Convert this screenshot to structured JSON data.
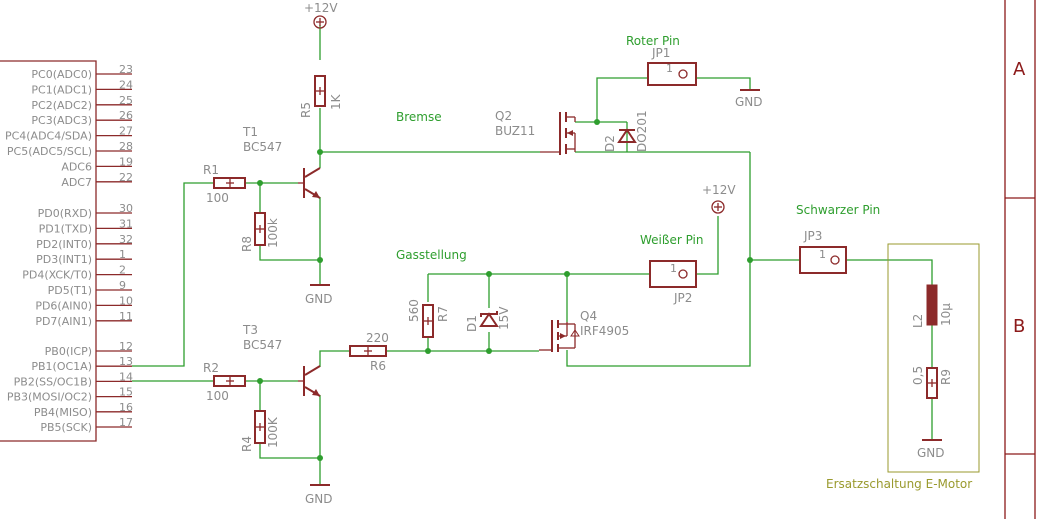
{
  "mcu": {
    "pins": [
      {
        "name": "PC0(ADC0)",
        "num": "23"
      },
      {
        "name": "PC1(ADC1)",
        "num": "24"
      },
      {
        "name": "PC2(ADC2)",
        "num": "25"
      },
      {
        "name": "PC3(ADC3)",
        "num": "26"
      },
      {
        "name": "PC4(ADC4/SDA)",
        "num": "27"
      },
      {
        "name": "PC5(ADC5/SCL)",
        "num": "28"
      },
      {
        "name": "ADC6",
        "num": "19"
      },
      {
        "name": "ADC7",
        "num": "22"
      },
      {
        "name": "PD0(RXD)",
        "num": "30"
      },
      {
        "name": "PD1(TXD)",
        "num": "31"
      },
      {
        "name": "PD2(INT0)",
        "num": "32"
      },
      {
        "name": "PD3(INT1)",
        "num": "1"
      },
      {
        "name": "PD4(XCK/T0)",
        "num": "2"
      },
      {
        "name": "PD5(T1)",
        "num": "9"
      },
      {
        "name": "PD6(AIN0)",
        "num": "10"
      },
      {
        "name": "PD7(AIN1)",
        "num": "11"
      },
      {
        "name": "PB0(ICP)",
        "num": "12"
      },
      {
        "name": "PB1(OC1A)",
        "num": "13"
      },
      {
        "name": "PB2(SS/OC1B)",
        "num": "14"
      },
      {
        "name": "PB3(MOSI/OC2)",
        "num": "15"
      },
      {
        "name": "PB4(MISO)",
        "num": "16"
      },
      {
        "name": "PB5(SCK)",
        "num": "17"
      }
    ]
  },
  "supplies": {
    "vcc_top": "+12V",
    "vcc_right": "+12V"
  },
  "grounds": {
    "gnd_t1": "GND",
    "gnd_t3": "GND",
    "gnd_jp1": "GND",
    "gnd_motor": "GND"
  },
  "parts": {
    "r1": {
      "name": "R1",
      "value": "100"
    },
    "r2": {
      "name": "R2",
      "value": "100"
    },
    "r4": {
      "name": "R4",
      "value": "100K"
    },
    "r5": {
      "name": "R5",
      "value": "1K"
    },
    "r6": {
      "name": "R6",
      "value": "220"
    },
    "r7": {
      "name": "R7",
      "value": "560"
    },
    "r8": {
      "name": "R8",
      "value": "100k"
    },
    "r9": {
      "name": "R9",
      "value": "0,5"
    },
    "l2": {
      "name": "L2",
      "value": "10µ"
    },
    "t1": {
      "name": "T1",
      "value": "BC547"
    },
    "t3": {
      "name": "T3",
      "value": "BC547"
    },
    "q2": {
      "name": "Q2",
      "value": "BUZ11"
    },
    "q4": {
      "name": "Q4",
      "value": "IRF4905"
    },
    "d1": {
      "name": "D1",
      "value": "15V"
    },
    "d2": {
      "name": "D2",
      "value": "DO201"
    },
    "jp1": {
      "name": "JP1",
      "pin": "1"
    },
    "jp2": {
      "name": "JP2",
      "pin": "1"
    },
    "jp3": {
      "name": "JP3",
      "pin": "1"
    }
  },
  "nets": {
    "bremse": "Bremse",
    "gasstellung": "Gasstellung",
    "roter_pin": "Roter Pin",
    "weisser_pin": "Weißer Pin",
    "schwarzer_pin": "Schwarzer Pin"
  },
  "motor_box": {
    "label": "Ersatzschaltung E-Motor"
  },
  "frame": {
    "row_a": "A",
    "row_b": "B"
  },
  "colors": {
    "wire": "#2e9e2e",
    "part": "#8c2a2a",
    "text": "#8c8c8c",
    "box": "#9a9a2e"
  }
}
